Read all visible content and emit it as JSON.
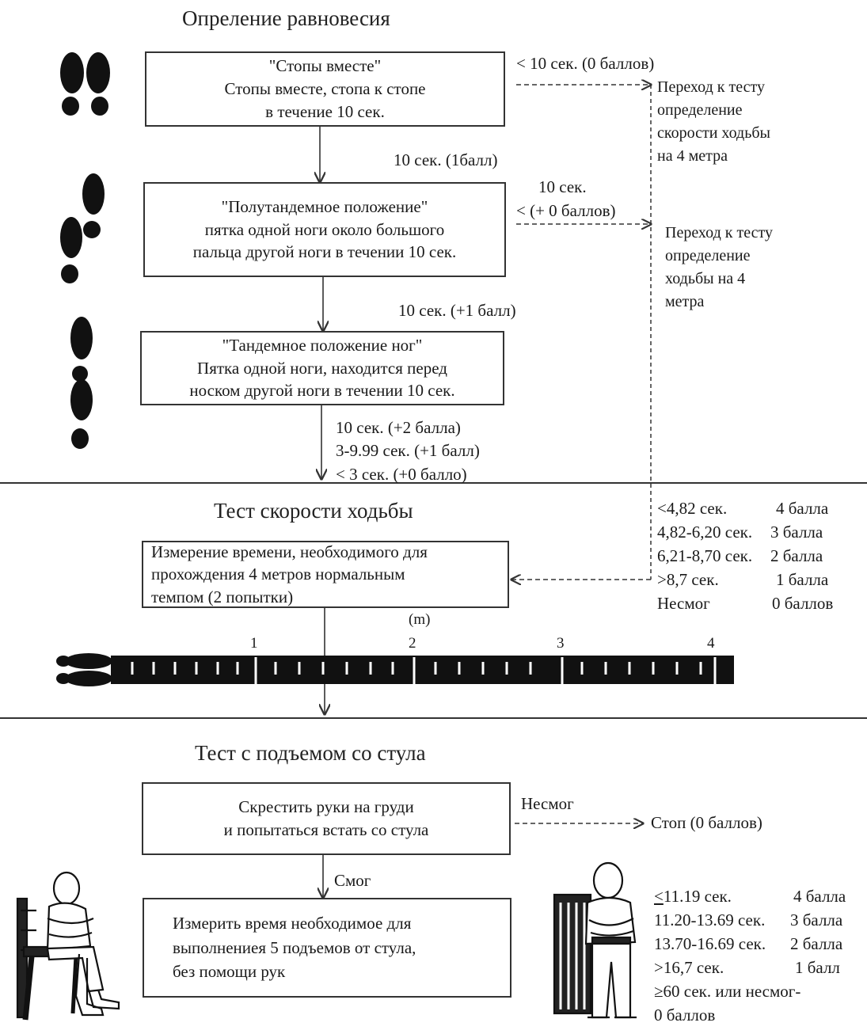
{
  "balance": {
    "title": "Опреление равновесия",
    "box1": {
      "title": "\"Стопы вместе\"",
      "lines": [
        "Стопы вместе, стопа к стопе",
        "в течение 10 сек."
      ]
    },
    "box1_fail": "< 10 сек. (0 баллов)",
    "box1_pass": "10 сек. (1балл)",
    "side1": [
      "Переход к тесту",
      "определение",
      "скорости ходьбы",
      "на 4 метра"
    ],
    "box2": {
      "title": "\"Полутандемное положение\"",
      "lines": [
        "пятка одной ноги около большого",
        "пальца другой ноги в течении 10 сек."
      ]
    },
    "box2_fail": [
      "10 сек.",
      "< (+ 0 баллов)"
    ],
    "box2_pass": "10 сек. (+1 балл)",
    "side2": [
      "Переход к тесту",
      "определение",
      "ходьбы на 4",
      "метра"
    ],
    "box3": {
      "title": "\"Тандемное положение ног\"",
      "lines": [
        "Пятка одной ноги, находится перед",
        "носком другой ноги в течении 10 сек."
      ]
    },
    "box3_results": [
      "10 сек. (+2 балла)",
      "3-9.99 сек. (+1 балл)",
      "< 3 сек. (+0 балло)"
    ]
  },
  "gait": {
    "title": "Тест скорости ходьбы",
    "box": [
      "Измерение времени, необходимого для",
      "прохождения 4 метров нормальным",
      "темпом  (2 попытки)"
    ],
    "unit": "(m)",
    "ticks": [
      "1",
      "2",
      "3",
      "4"
    ],
    "scores": [
      {
        "time": "<4,82 сек.",
        "points": "4 балла"
      },
      {
        "time": "4,82-6,20 сек.",
        "points": "3 балла"
      },
      {
        "time": "6,21-8,70 сек.",
        "points": "2 балла"
      },
      {
        "time": ">8,7 сек.",
        "points": "1 балла"
      },
      {
        "time": "Несмог",
        "points": "0 баллов"
      }
    ]
  },
  "chair": {
    "title": "Тест с подъемом со стула",
    "box1": [
      "Скрестить руки на груди",
      "и попытаться встать со стула"
    ],
    "fail_label": "Несмог",
    "stop": "Стоп (0 баллов)",
    "pass_label": "Смог",
    "box2": [
      "Измерить время необходимое для",
      "выполнениея 5 подъемов от стула,",
      "без помощи рук"
    ],
    "scores": [
      {
        "time": "<u>≤</u>11.19 сек.",
        "points": "4 балла"
      },
      {
        "time": "11.20-13.69 сек.",
        "points": "3 балла"
      },
      {
        "time": "13.70-16.69 сек.",
        "points": "2 балла"
      },
      {
        "time": ">16,7 сек.",
        "points": "1 балл"
      }
    ],
    "final": [
      "≥60 сек. или несмог-",
      "0 баллов"
    ]
  }
}
